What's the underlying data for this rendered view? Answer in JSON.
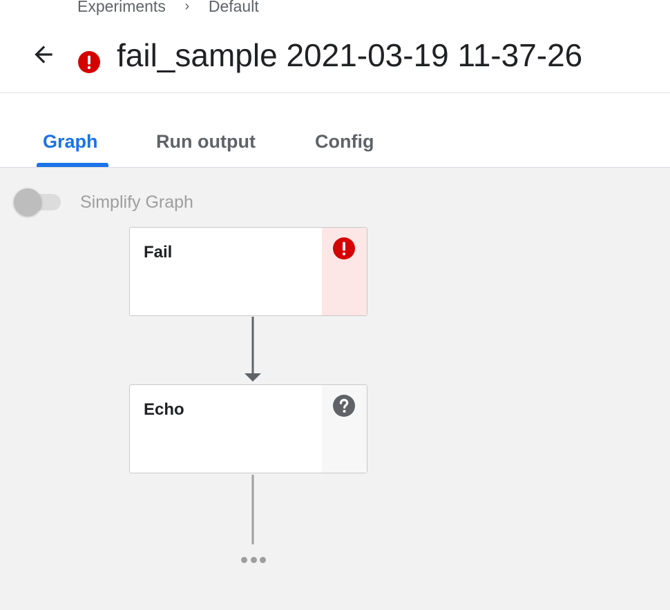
{
  "breadcrumb": {
    "items": [
      "Experiments",
      "Default"
    ],
    "separator": "›"
  },
  "header": {
    "title": "fail_sample 2021-03-19 11-37-26",
    "status": "error",
    "back_icon": "arrow-back-icon"
  },
  "tabs": [
    {
      "label": "Graph",
      "active": true
    },
    {
      "label": "Run output",
      "active": false
    },
    {
      "label": "Config",
      "active": false
    }
  ],
  "graph": {
    "simplify_toggle": {
      "label": "Simplify Graph",
      "checked": false
    },
    "nodes": [
      {
        "label": "Fail",
        "status": "failed",
        "status_icon": "error-icon"
      },
      {
        "label": "Echo",
        "status": "unknown",
        "status_icon": "help-icon"
      }
    ]
  },
  "colors": {
    "accent": "#1a73e8",
    "error": "#d50000",
    "failed_bg": "#fce6e6",
    "edge": "#5f6368",
    "muted": "#9e9e9e",
    "graph_bg": "#f2f2f2"
  }
}
